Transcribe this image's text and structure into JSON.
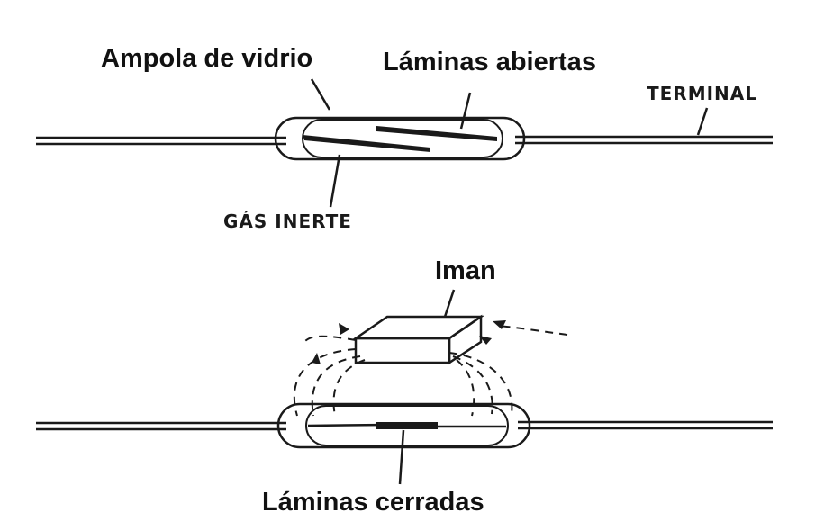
{
  "labels": {
    "ampola": "Ampola de vidrio",
    "laminas_abiertas": "Láminas abiertas",
    "terminal": "TERMINAL",
    "gas_inerte": "GÁS INERTE",
    "iman": "Iman",
    "laminas_cerradas": "Láminas cerradas"
  },
  "colors": {
    "ink": "#1a1a1a",
    "background": "#ffffff"
  }
}
